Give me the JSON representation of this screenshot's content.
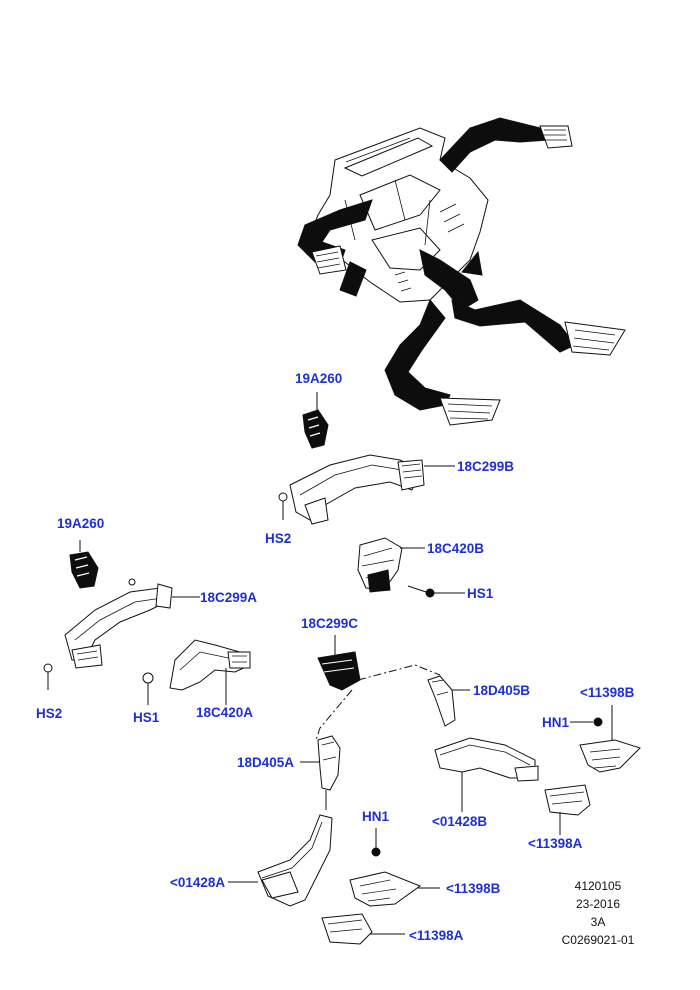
{
  "diagram": {
    "callouts": {
      "c19A260_upper": "19A260",
      "c18C299B": "18C299B",
      "cHS2_upper": "HS2",
      "c18C420B": "18C420B",
      "cHS1_upper": "HS1",
      "c19A260_left": "19A260",
      "c18C299A": "18C299A",
      "cHS2_left": "HS2",
      "cHS1_left": "HS1",
      "c18C420A": "18C420A",
      "c18C299C": "18C299C",
      "c18D405B": "18D405B",
      "c11398B_right": "<11398B",
      "cHN1_right": "HN1",
      "c18D405A": "18D405A",
      "c01428B": "<01428B",
      "c11398A_right": "<11398A",
      "cHN1_lower": "HN1",
      "c01428A": "<01428A",
      "c11398B_lower": "<11398B",
      "c11398A_lower": "<11398A"
    },
    "reference": {
      "line1": "4120105",
      "line2": "23-2016",
      "line3": "3A",
      "line4": "C0269021-01"
    },
    "colors": {
      "callout": "#1f2fd6",
      "ink": "#111111",
      "duct": "#0d0d0d"
    }
  }
}
